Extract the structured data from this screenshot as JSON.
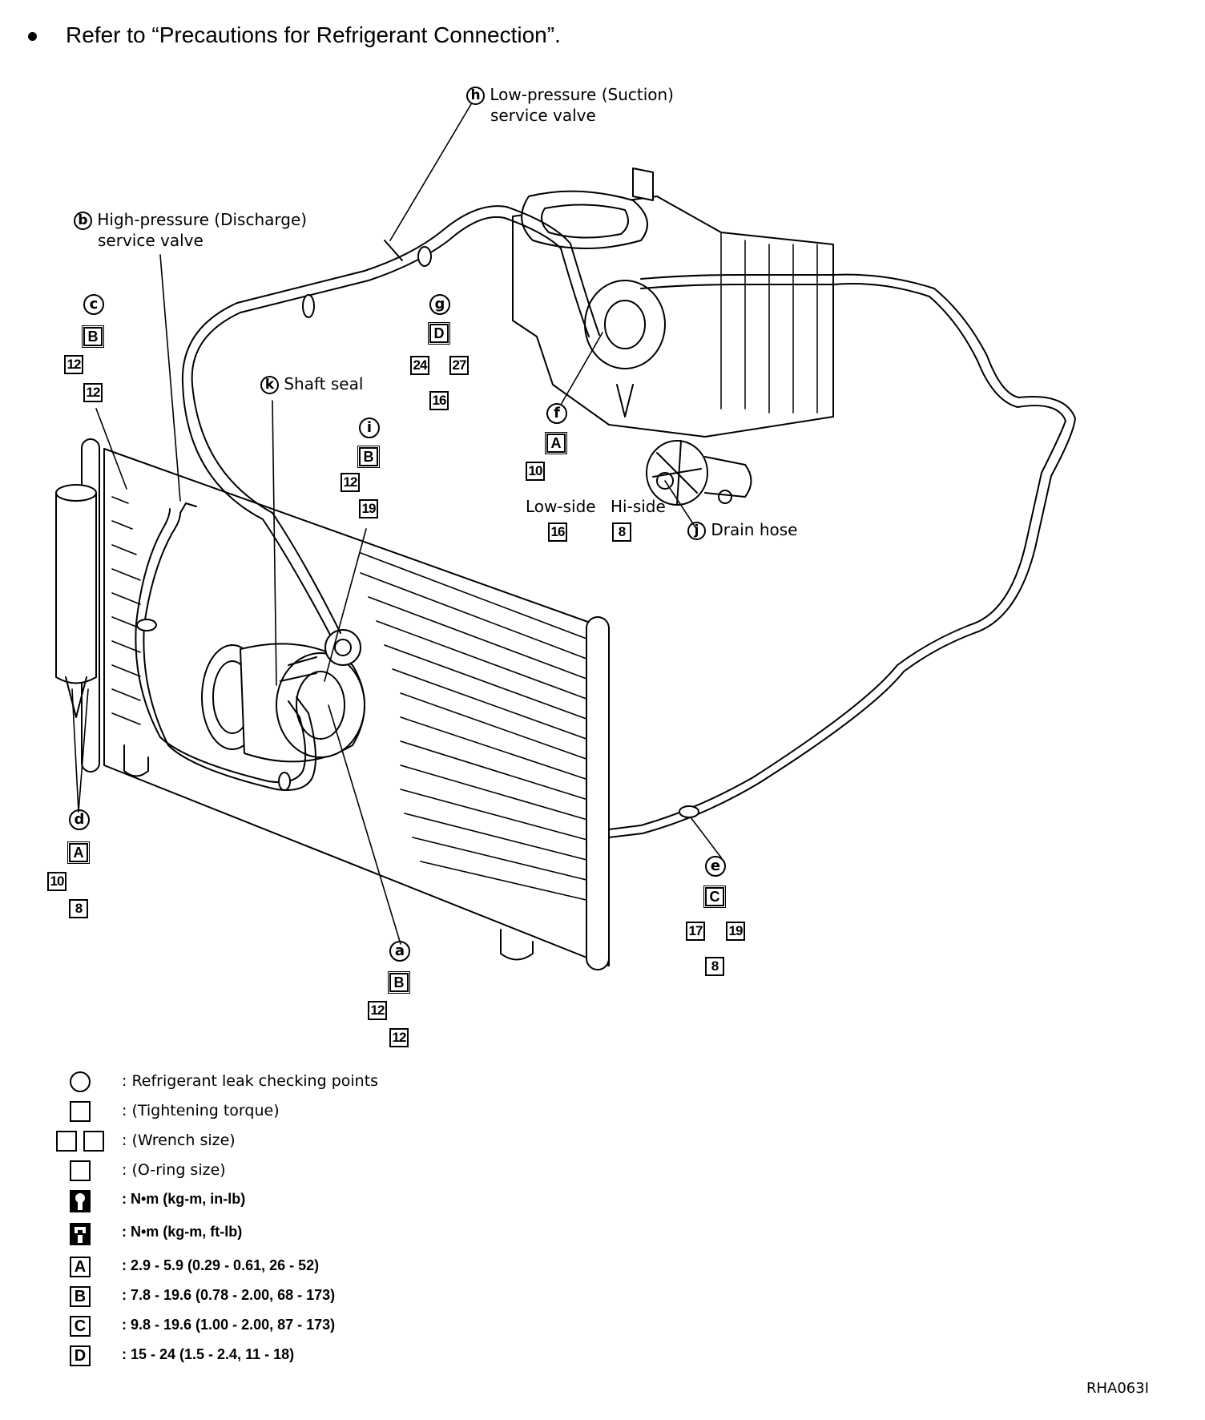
{
  "note": "Refer to “Precautions for Refrigerant Connection”.",
  "callouts": {
    "h": {
      "letter": "h",
      "line1": "Low-pressure (Suction)",
      "line2": "service valve"
    },
    "b": {
      "letter": "b",
      "line1": "High-pressure (Discharge)",
      "line2": "service valve"
    },
    "k": {
      "letter": "k",
      "text": "Shaft seal"
    },
    "j": {
      "letter": "j",
      "text": "Drain hose"
    }
  },
  "points": {
    "c": {
      "letter": "c",
      "grade": "B",
      "torque": "12",
      "oring": "12"
    },
    "g": {
      "letter": "g",
      "grade": "D",
      "wrench1": "24",
      "wrench2": "27",
      "oring": "16"
    },
    "i": {
      "letter": "i",
      "grade": "B",
      "torque": "12",
      "oring": "19"
    },
    "f": {
      "letter": "f",
      "grade": "A",
      "torque": "10",
      "low_label": "Low-side",
      "hi_label": "Hi-side",
      "low_oring": "16",
      "hi_oring": "8"
    },
    "d": {
      "letter": "d",
      "grade": "A",
      "torque": "10",
      "oring": "8"
    },
    "e": {
      "letter": "e",
      "grade": "C",
      "wrench1": "17",
      "wrench2": "19",
      "oring": "8"
    },
    "a": {
      "letter": "a",
      "grade": "B",
      "torque": "12",
      "oring": "12"
    }
  },
  "legend": [
    {
      "symbol": "circle-icon",
      "text": ": Refrigerant leak checking points"
    },
    {
      "symbol": "square-icon",
      "text": ": (Tightening torque)"
    },
    {
      "symbol": "double-square-icon",
      "text": ": (Wrench size)"
    },
    {
      "symbol": "square-icon",
      "text": ": (O-ring size)"
    },
    {
      "symbol": "torque-wrench-icon",
      "text": ": N•m (kg-m, in-lb)"
    },
    {
      "symbol": "torque-wrench-icon",
      "text": ": N•m (kg-m, ft-lb)"
    },
    {
      "symbol": "A",
      "text": ": 2.9 - 5.9 (0.29 - 0.61, 26 - 52)"
    },
    {
      "symbol": "B",
      "text": ": 7.8 - 19.6 (0.78 - 2.00, 68 - 173)"
    },
    {
      "symbol": "C",
      "text": ": 9.8 - 19.6 (1.00 - 2.00, 87 - 173)"
    },
    {
      "symbol": "D",
      "text": ": 15 - 24 (1.5 - 2.4, 11 - 18)"
    }
  ],
  "figure_code": "RHA063I"
}
